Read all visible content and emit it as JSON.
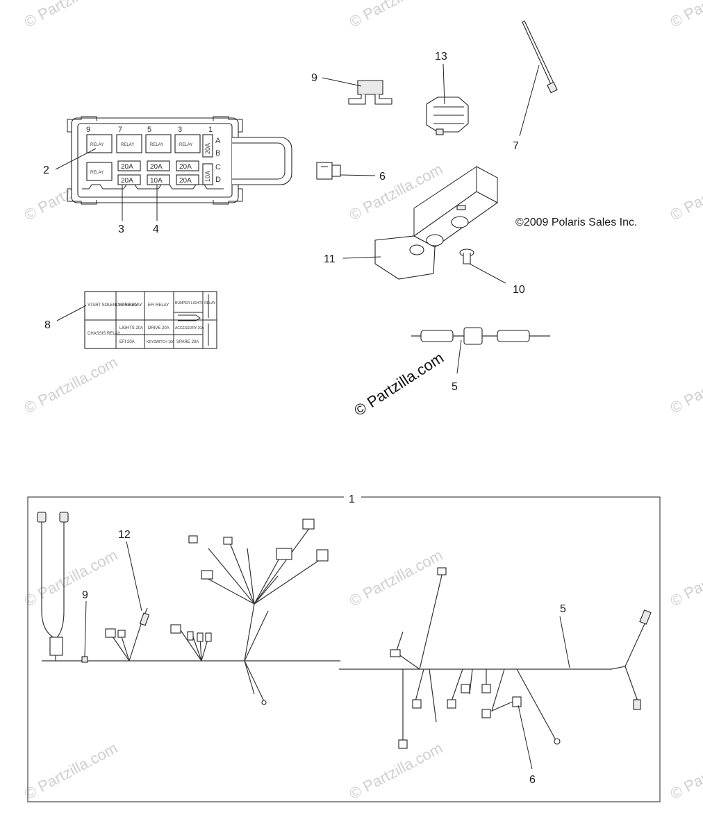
{
  "copyright": "©2009 Polaris Sales Inc.",
  "watermark": "© Partzilla.com",
  "callouts": {
    "c1": "1",
    "c2": "2",
    "c3": "3",
    "c4": "4",
    "c5a": "5",
    "c5b": "5",
    "c6a": "6",
    "c6b": "6",
    "c7": "7",
    "c8": "8",
    "c9a": "9",
    "c9b": "9",
    "c10": "10",
    "c11": "11",
    "c12": "12",
    "c13": "13"
  },
  "fuse_box": {
    "top_numbers": [
      "9",
      "7",
      "5",
      "3",
      "1"
    ],
    "relay_label": "RELAY",
    "fuses_row1": [
      "20A",
      "20A",
      "20A"
    ],
    "fuses_row2": [
      "20A",
      "10A",
      "20A"
    ],
    "side_letters": [
      "A",
      "B",
      "C",
      "D"
    ],
    "side_fuses": [
      "20A",
      "10A"
    ]
  },
  "label_card": {
    "cells": [
      "START SOLENOID RELAY",
      "FAN RELAY",
      "EFI RELAY",
      "BUMPER LIGHTS RELAY",
      "CHASSIS RELAY",
      "LIGHTS 20A",
      "DRIVE 20A",
      "ACCESSORY 20A",
      "EFI 20A",
      "KEYSWITCH 10A",
      "SPARE 20A"
    ]
  }
}
